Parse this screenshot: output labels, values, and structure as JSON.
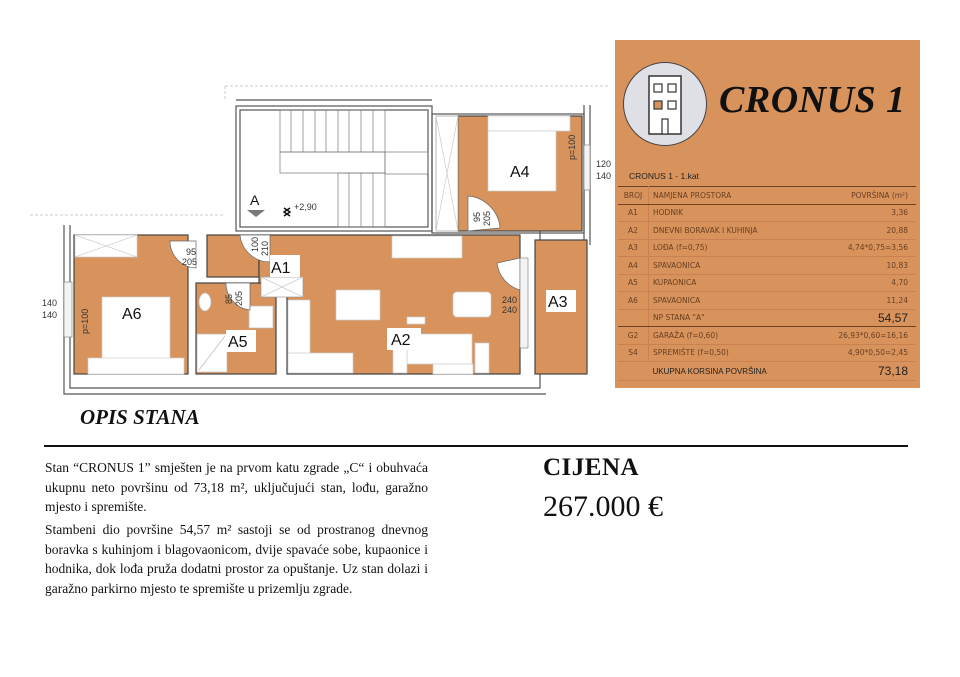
{
  "brand": {
    "title": "CRONUS 1",
    "accent_color": "#D8935C",
    "icon": "building-icon"
  },
  "floor_plan": {
    "rooms": [
      {
        "id": "A1",
        "label": "A1"
      },
      {
        "id": "A2",
        "label": "A2"
      },
      {
        "id": "A3",
        "label": "A3"
      },
      {
        "id": "A4",
        "label": "A4"
      },
      {
        "id": "A5",
        "label": "A5"
      },
      {
        "id": "A6",
        "label": "A6"
      }
    ],
    "section_marker": "A",
    "elevation": "+2,90",
    "dimensions": {
      "a4_door": [
        "95",
        "205"
      ],
      "a6_door": [
        "95",
        "205"
      ],
      "a5_door": [
        "85",
        "205"
      ],
      "entry_door": [
        "100",
        "210"
      ],
      "loggia_door": [
        "240",
        "240"
      ],
      "a4_window": [
        "120",
        "140"
      ],
      "a6_window": [
        "140",
        "140"
      ],
      "a4_parapet": "p=100",
      "a6_parapet": "p=100"
    }
  },
  "area_table": {
    "title": "CRONUS 1 - 1.kat",
    "headers": [
      "BROJ",
      "NAMJENA PROSTORA",
      "POVRŠINA (m²)"
    ],
    "rows": [
      {
        "no": "A1",
        "name": "HODNIK",
        "area": "3,36"
      },
      {
        "no": "A2",
        "name": "DNEVNI BORAVAK I KUHINJA",
        "area": "20,88"
      },
      {
        "no": "A3",
        "name": "LOĐA (f=0,75)",
        "area": "4,74*0,75=3,56"
      },
      {
        "no": "A4",
        "name": "SPAVAONICA",
        "area": "10,83"
      },
      {
        "no": "A5",
        "name": "KUPAONICA",
        "area": "4,70"
      },
      {
        "no": "A6",
        "name": "SPAVAONICA",
        "area": "11,24"
      }
    ],
    "subtotal": {
      "name": "NP STANA \"A\"",
      "area": "54,57"
    },
    "extra_rows": [
      {
        "no": "G2",
        "name": "GARAŽA (f=0,60)",
        "area": "26,93*0,60=16,16"
      },
      {
        "no": "S4",
        "name": "SPREMIŠTE (f=0,50)",
        "area": "4,90*0,50=2,45"
      }
    ],
    "total": {
      "name": "UKUPNA KORSINA POVRŠINA",
      "area": "73,18"
    }
  },
  "description": {
    "title": "OPIS STANA",
    "paragraphs": [
      "Stan “CRONUS 1” smješten je na prvom katu zgrade „C“ i obuhvaća ukupnu neto površinu od 73,18 m², uključujući stan, lođu, garažno mjesto i spremište.",
      "Stambeni dio površine 54,57 m² sastoji se od prostranog dnevnog boravka s kuhinjom i blagovaonicom, dvije spavaće sobe, kupaonice i hodnika, dok lođa pruža dodatni prostor za opuštanje. Uz stan dolazi i garažno parkirno mjesto te spremište u prizemlju zgrade."
    ]
  },
  "price": {
    "label": "CIJENA",
    "value": "267.000 €"
  }
}
